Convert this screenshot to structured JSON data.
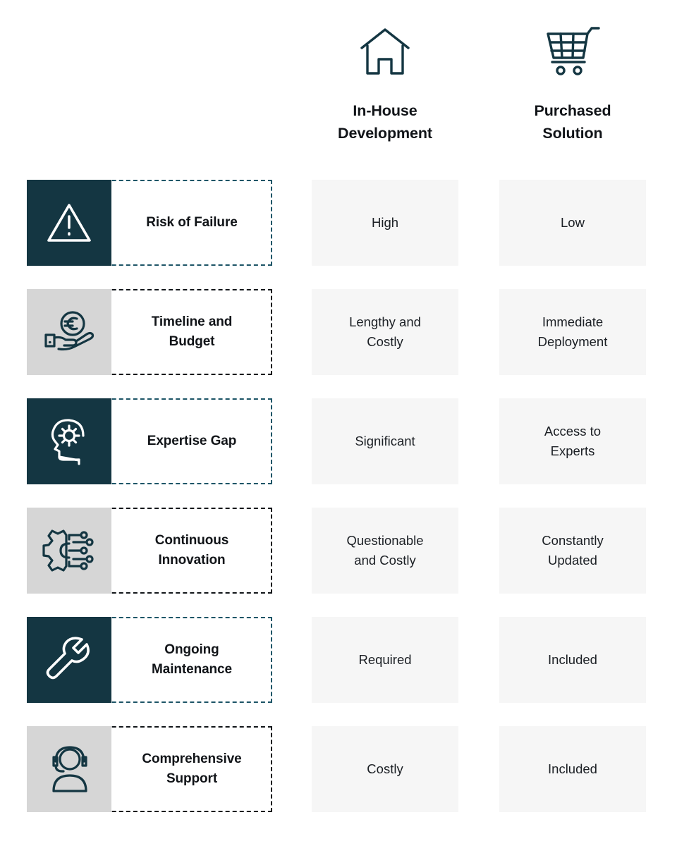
{
  "theme": {
    "dark_tile": "#143642",
    "light_tile": "#d6d6d6",
    "cell_bg": "#f6f6f6",
    "text": "#111418",
    "page_bg": "#ffffff"
  },
  "columns": [
    {
      "icon": "house-icon",
      "label": "In-House\nDevelopment"
    },
    {
      "icon": "shopping-cart-icon",
      "label": "Purchased\nSolution"
    }
  ],
  "rows": [
    {
      "icon": "warning-triangle-icon",
      "tile": "dark",
      "label": "Risk of Failure",
      "in_house": "High",
      "purchased": "Low"
    },
    {
      "icon": "hand-holding-euro-coin-icon",
      "tile": "light",
      "label": "Timeline and\nBudget",
      "in_house": "Lengthy and\nCostly",
      "purchased": "Immediate\nDeployment"
    },
    {
      "icon": "head-with-gear-icon",
      "tile": "dark",
      "label": "Expertise Gap",
      "in_house": "Significant",
      "purchased": "Access to\nExperts"
    },
    {
      "icon": "gear-circuit-icon",
      "tile": "light",
      "label": "Continuous\nInnovation",
      "in_house": "Questionable\nand Costly",
      "purchased": "Constantly\nUpdated"
    },
    {
      "icon": "wrench-icon",
      "tile": "dark",
      "label": "Ongoing\nMaintenance",
      "in_house": "Required",
      "purchased": "Included"
    },
    {
      "icon": "headset-support-agent-icon",
      "tile": "light",
      "label": "Comprehensive\nSupport",
      "in_house": "Costly",
      "purchased": "Included"
    }
  ]
}
